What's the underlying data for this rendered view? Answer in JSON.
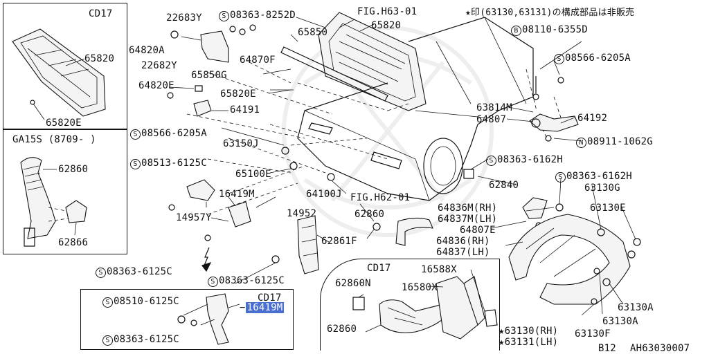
{
  "note": "★印(63130,63131)の構成部品は非販売",
  "fig_refs": {
    "top": "FIG.H63-01",
    "mid": "FIG.H62-01"
  },
  "insets": {
    "cd17": {
      "title": "CD17",
      "parts": [
        "65820",
        "65820E"
      ]
    },
    "ga15s": {
      "title": "GA15S (8709-  )",
      "parts": [
        "62860",
        "62866"
      ]
    },
    "bottom_cd17": {
      "title": "CD17",
      "parts": [
        "08510-6125C",
        "08363-6125C"
      ],
      "selected": "16419M"
    },
    "mid_cd17": {
      "title": "CD17",
      "parts": [
        "16588X",
        "16580X",
        "62860N",
        "62860"
      ]
    }
  },
  "labels": {
    "p22683Y": "22683Y",
    "p08363_8252D": "08363-8252D",
    "p64820A": "64820A",
    "p22682Y": "22682Y",
    "p64870F": "64870F",
    "p65850": "65850",
    "p65820": "65820",
    "p65850G": "65850G",
    "p64820E": "64820E",
    "p65820E": "65820E",
    "p64191": "64191",
    "p08566_6205A_l": "08566-6205A",
    "p63150J": "63150J",
    "p08513_6125C": "08513-6125C",
    "p65100E": "65100E",
    "p16419M": "16419M",
    "p64100J": "64100J",
    "p14957Y": "14957Y",
    "p14952": "14952",
    "p62860_mid": "62860",
    "p62861F": "62861F",
    "p08363_6125C_1": "08363-6125C",
    "p08363_6125C_2": "08363-6125C",
    "p08110_6355D": "08110-6355D",
    "p08566_6205A_r": "08566-6205A",
    "p63814M": "63814M",
    "p64192": "64192",
    "p64807": "64807",
    "p08911_1062G": "08911-1062G",
    "p08363_6162H_1": "08363-6162H",
    "p08363_6162H_2": "08363-6162H",
    "p62840": "62840",
    "p63130G": "63130G",
    "p63130E": "63130E",
    "p64836M": "64836M(RH)",
    "p64837M": "64837M(LH)",
    "p64807E": "64807E",
    "p64836": "64836(RH)",
    "p64837": "64837(LH)",
    "p63130A_1": "63130A",
    "p63130A_2": "63130A",
    "p63130F": "63130F",
    "p63130RH": "63130(RH)",
    "p63131LH": "63131(LH)"
  },
  "footer": {
    "model": "B12",
    "code": "AH63030007"
  },
  "symbols": {
    "screw": "S",
    "bolt": "B",
    "nut": "N",
    "star": "★"
  }
}
